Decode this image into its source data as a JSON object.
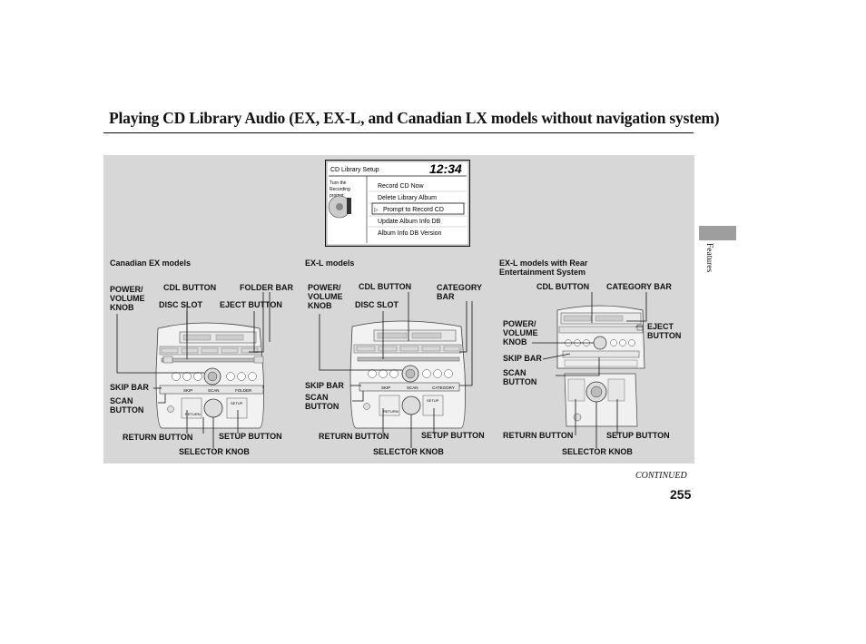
{
  "page": {
    "title": "Playing CD Library Audio (EX, EX-L, and Canadian LX models without navigation system)",
    "side_tab": "Features",
    "continued": "CONTINUED",
    "page_number": "255"
  },
  "display": {
    "header": "CD Library Setup",
    "clock": "12:34",
    "instruction_lines": [
      "Turn the",
      "Recording",
      "prompt"
    ],
    "menu_items": [
      "Record CD Now",
      "Delete Library Album",
      "Prompt to Record CD",
      "Update Album Info DB",
      "Album Info DB Version"
    ],
    "selected_item": "Prompt to Record CD"
  },
  "models": [
    {
      "heading": "Canadian EX models",
      "labels": {
        "power_volume_knob": "POWER/\nVOLUME\nKNOB",
        "cdl_button": "CDL BUTTON",
        "folder_bar": "FOLDER BAR",
        "disc_slot": "DISC SLOT",
        "eject_button": "EJECT BUTTON",
        "skip_bar": "SKIP BAR",
        "scan_button": "SCAN\nBUTTON",
        "return_button": "RETURN BUTTON",
        "setup_button": "SETUP BUTTON",
        "selector_knob": "SELECTOR KNOB"
      }
    },
    {
      "heading": "EX-L models",
      "labels": {
        "power_volume_knob": "POWER/\nVOLUME\nKNOB",
        "cdl_button": "CDL BUTTON",
        "category_bar": "CATEGORY\nBAR",
        "disc_slot": "DISC SLOT",
        "skip_bar": "SKIP BAR",
        "scan_button": "SCAN\nBUTTON",
        "return_button": "RETURN BUTTON",
        "setup_button": "SETUP BUTTON",
        "selector_knob": "SELECTOR KNOB"
      }
    },
    {
      "heading": "EX-L models with Rear\nEntertainment System",
      "labels": {
        "cdl_button": "CDL BUTTON",
        "category_bar": "CATEGORY BAR",
        "power_volume_knob": "POWER/\nVOLUME\nKNOB",
        "eject_button": "EJECT\nBUTTON",
        "skip_bar": "SKIP BAR",
        "scan_button": "SCAN\nBUTTON",
        "return_button": "RETURN BUTTON",
        "setup_button": "SETUP BUTTON",
        "selector_knob": "SELECTOR KNOB"
      }
    }
  ],
  "unit_labels": {
    "folder": "FOLDER",
    "category": "CATEGORY",
    "skip": "SKIP",
    "scan": "SCAN",
    "setup": "SETUP",
    "return": "RETURN"
  }
}
